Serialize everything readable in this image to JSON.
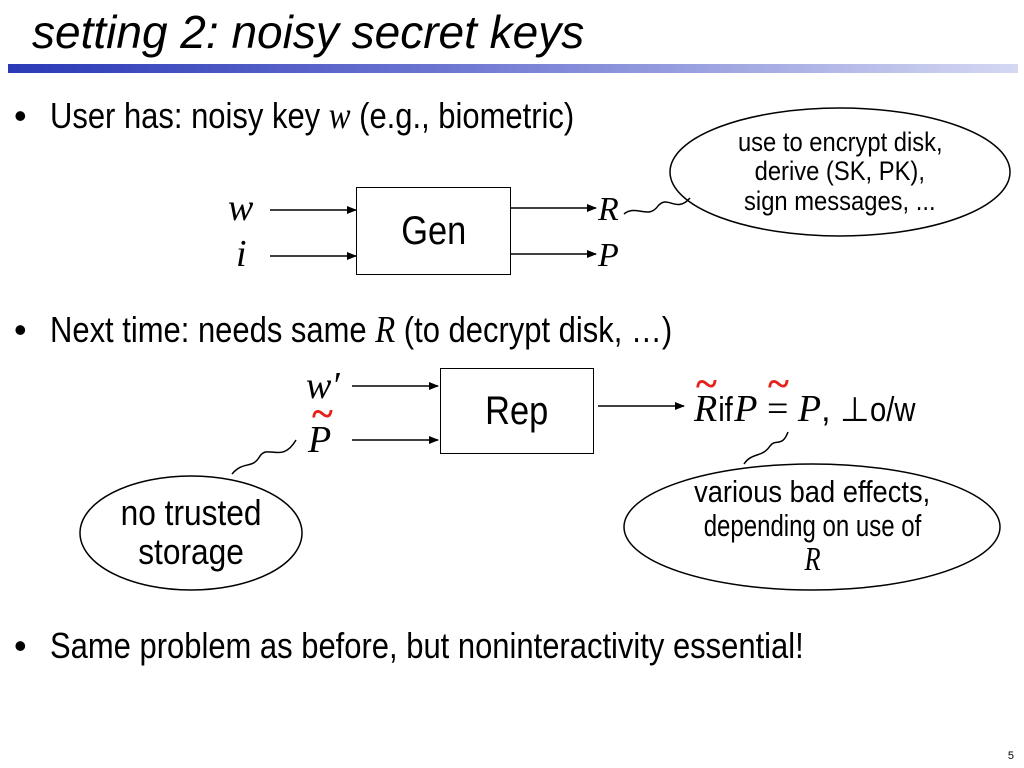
{
  "slide": {
    "title": "setting 2: noisy secret keys",
    "page_number": "5"
  },
  "bullets": [
    {
      "pre": "User has: noisy key ",
      "var": "w",
      "post": " (e.g., biometric)"
    },
    {
      "pre": "Next time: needs same ",
      "var": "R",
      "post": " (to decrypt disk, …)"
    },
    {
      "text": "Same problem as before, but noninteractivity essential!"
    }
  ],
  "gen_diagram": {
    "box_label": "Gen",
    "inputs": [
      "w",
      "i"
    ],
    "outputs": [
      "R",
      "P"
    ],
    "callout": [
      "use to encrypt disk,",
      "derive (SK, PK),",
      "sign messages, ..."
    ]
  },
  "rep_diagram": {
    "box_label": "Rep",
    "inputs": [
      "w′",
      "P"
    ],
    "tilde": "~",
    "output": {
      "r": "R",
      "if": " if ",
      "p": "P",
      "eq": " = ",
      "p2": "P",
      "comma": ", ",
      "bottom": "⊥",
      "ow": " o/w"
    },
    "callout_left": [
      "no trusted",
      "storage"
    ],
    "callout_right": {
      "line1": "various bad effects,",
      "line2_pre": "depending on use of ",
      "line2_var": "R"
    }
  },
  "colors": {
    "title_bar_start": "#2a39b6",
    "title_bar_end": "#d5d8f2",
    "tilde": "#e4211b"
  }
}
